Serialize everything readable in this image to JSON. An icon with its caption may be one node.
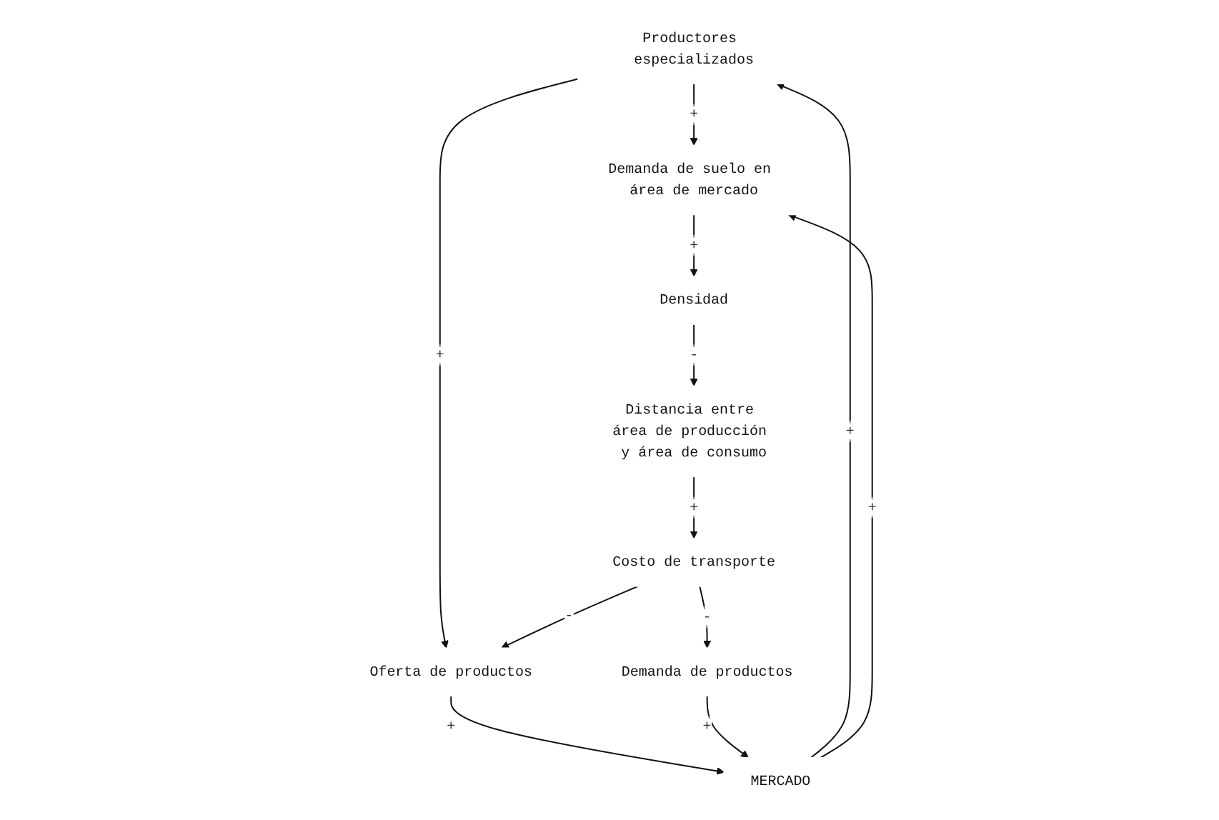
{
  "diagram": {
    "nodes": [
      {
        "text": [
          "Productores especializados"
        ]
      },
      {
        "text": [
          "Demanda de suelo en área de mercado"
        ]
      },
      {
        "text": [
          "MERCADO"
        ]
      },
      {
        "text": [
          "Densidad"
        ]
      },
      {
        "text": [
          "Oferta de productos"
        ]
      },
      {
        "text": [
          "Demanda de productos"
        ]
      },
      {
        "text": [
          "Costo de transporte"
        ]
      },
      {
        "text": [
          "Distancia entre área de producción y área de consumo"
        ]
      }
    ],
    "edges": [
      {
        "from": 0,
        "to": 1,
        "arrow": "to",
        "label": "+"
      },
      {
        "from": 2,
        "to": 0,
        "arrow": "to",
        "label": "+"
      },
      {
        "from": 2,
        "to": 1,
        "arrow": "to",
        "label": "+"
      },
      {
        "from": 1,
        "to": 3,
        "arrow": "to",
        "label": "+"
      },
      {
        "from": 0,
        "to": 4,
        "arrow": "to",
        "label": "+"
      },
      {
        "from": 4,
        "to": 2,
        "arrow": "to",
        "label": "+"
      },
      {
        "from": 5,
        "to": 2,
        "arrow": "to",
        "label": "+"
      },
      {
        "from": 3,
        "to": 7,
        "arrow": "to",
        "label": "-"
      },
      {
        "from": 7,
        "to": 6,
        "arrow": "to",
        "label": "+"
      },
      {
        "from": 6,
        "to": 4,
        "arrow": "to",
        "label": "-"
      },
      {
        "from": 6,
        "to": 5,
        "arrow": "to",
        "label": "-"
      }
    ]
  }
}
